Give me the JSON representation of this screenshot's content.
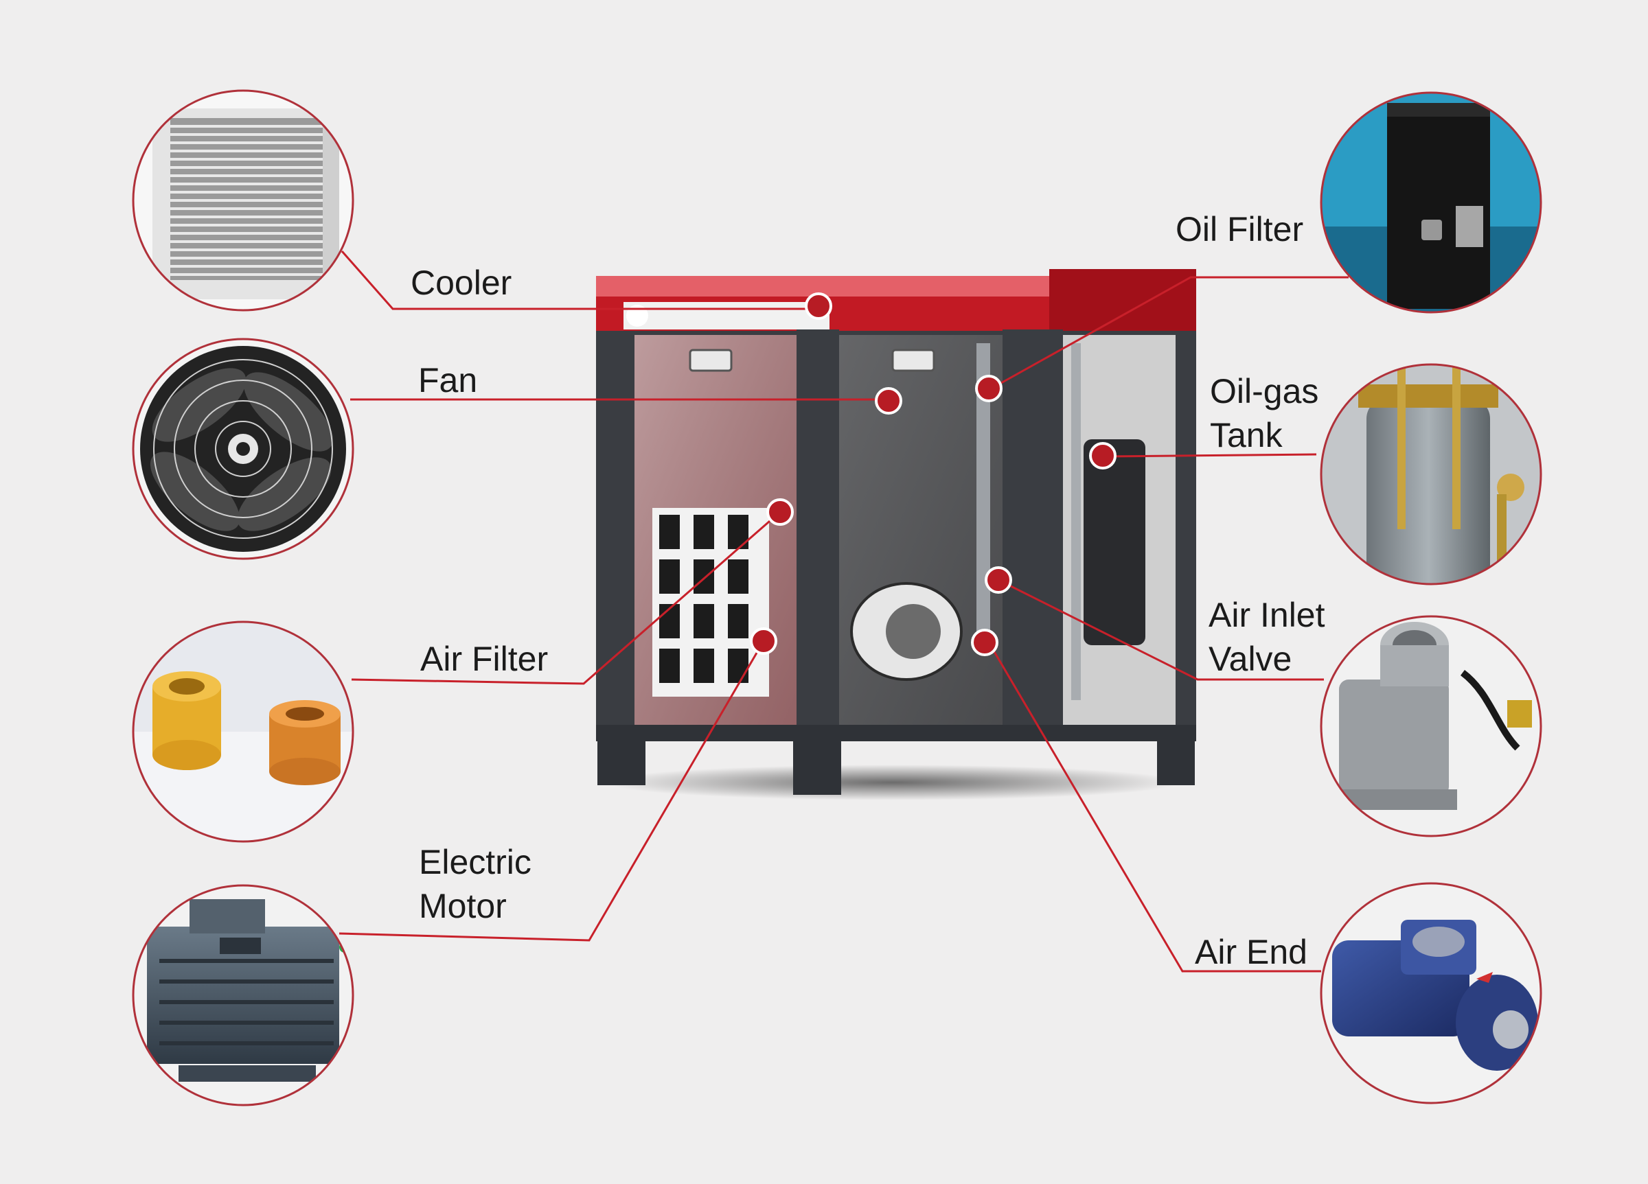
{
  "labels": {
    "cooler": "Cooler",
    "fan": "Fan",
    "air_filter": "Air Filter",
    "electric_motor": [
      "Electric",
      "Motor"
    ],
    "oil_filter": "Oil Filter",
    "oil_gas_tank": [
      "Oil-gas",
      "Tank"
    ],
    "air_inlet_valve": [
      "Air Inlet",
      "Valve"
    ],
    "air_end": "Air End"
  },
  "colors": {
    "background": "#efeeee",
    "leader_line": "#c8202a",
    "marker": "#b71c24",
    "cabinet_frame": "#3a3d42",
    "cabinet_top": "#b3121d",
    "thumbnail_ring": "#b0313a"
  },
  "thumbnails": [
    {
      "part": "cooler",
      "icon": "cooler-core-icon"
    },
    {
      "part": "fan",
      "icon": "axial-fan-icon"
    },
    {
      "part": "air_filter",
      "icon": "air-filter-cartridge-icon"
    },
    {
      "part": "electric_motor",
      "icon": "electric-motor-icon"
    },
    {
      "part": "oil_filter",
      "icon": "oil-filter-canister-icon"
    },
    {
      "part": "oil_gas_tank",
      "icon": "oil-gas-tank-icon"
    },
    {
      "part": "air_inlet_valve",
      "icon": "air-inlet-valve-icon"
    },
    {
      "part": "air_end",
      "icon": "screw-air-end-icon"
    }
  ]
}
